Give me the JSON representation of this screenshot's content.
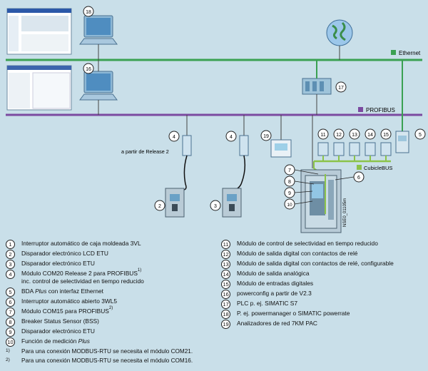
{
  "networks": {
    "ethernet": "Ethernet",
    "profibus": "PROFIBUS",
    "cubiclebus": "CubicleBUS"
  },
  "labels": {
    "release": "a partir de Release 2",
    "code": "NSE0_01105m"
  },
  "badges": [
    "1",
    "2",
    "3",
    "4",
    "5",
    "6",
    "7",
    "8",
    "9",
    "10",
    "11",
    "12",
    "13",
    "14",
    "15",
    "16",
    "17",
    "18",
    "19"
  ],
  "legend_left": [
    {
      "num": "1",
      "text": "Interruptor automático de caja moldeada 3VL"
    },
    {
      "num": "2",
      "text": "Disparador electrónico LCD ETU"
    },
    {
      "num": "3",
      "text": "Disparador electrónico ETU"
    },
    {
      "num": "4",
      "text": "Módulo COM20 Release 2 para PROFIBUS",
      "sup": "1)",
      "line2": "inc. control de selectividad en tiempo reducido"
    },
    {
      "num": "5",
      "text": "BDA ",
      "italic": "Plus",
      "text2": " con interfaz Ethernet"
    },
    {
      "num": "6",
      "text": "Interruptor automático abierto 3WL5"
    },
    {
      "num": "7",
      "text": "Módulo COM15 para PROFIBUS",
      "sup": "2)"
    },
    {
      "num": "8",
      "text": "Breaker Status Sensor (BSS)"
    },
    {
      "num": "9",
      "text": "Disparador electrónico ETU"
    },
    {
      "num": "10",
      "text": "Función de medición ",
      "italic": "Plus"
    }
  ],
  "legend_right": [
    {
      "num": "11",
      "text": "Módulo de control de selectividad en tiempo reducido"
    },
    {
      "num": "12",
      "text": "Módulo de salida digital con contactos de relé"
    },
    {
      "num": "13",
      "text": "Módulo de salida digital con contactos de relé, configurable"
    },
    {
      "num": "14",
      "text": "Módulo de salida analógica"
    },
    {
      "num": "15",
      "text": "Módulo de entradas digitales"
    },
    {
      "num": "16",
      "text": "powerconfig a partir de V2.3"
    },
    {
      "num": "17",
      "text": "PLC p. ej. SIMATIC S7"
    },
    {
      "num": "18",
      "text": "P. ej. powermanager o SIMATIC powerrate"
    },
    {
      "num": "19",
      "text": "Analizadores de red 7KM PAC"
    }
  ],
  "footnotes": [
    {
      "mark": "1)",
      "text": "Para una conexión MODBUS-RTU se necesita el módulo COM21."
    },
    {
      "mark": "2)",
      "text": "Para una conexión MODBUS-RTU se necesita el módulo COM16."
    }
  ],
  "colors": {
    "ethernet": "#3aa152",
    "profibus": "#7b4aa0",
    "cubiclebus": "#8bc34a",
    "background": "#c9dfe9"
  }
}
